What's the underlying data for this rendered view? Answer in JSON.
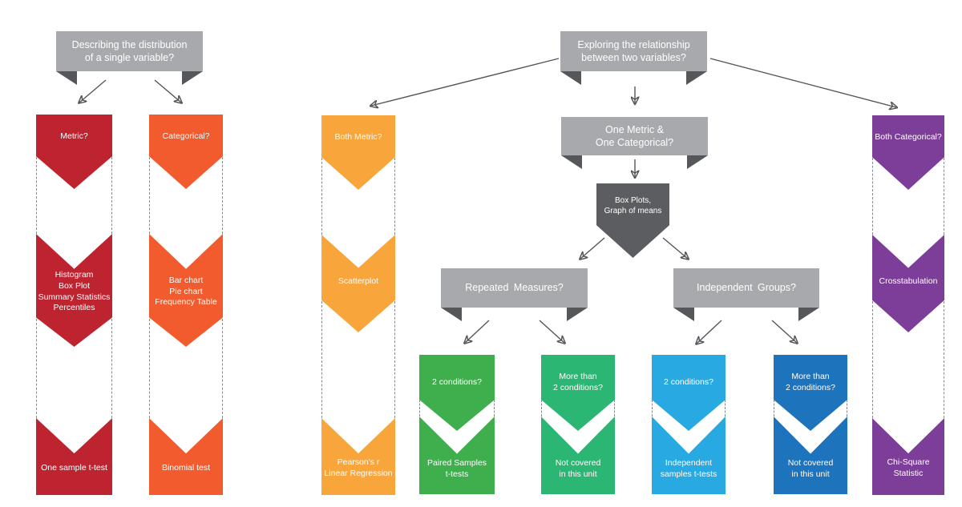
{
  "palette": {
    "gray_box": "#A7A9AC",
    "fold": "#55575B",
    "dark_node": "#5B5D60",
    "arrow": "#55565A",
    "dash": "#87898C",
    "red": "#BE2330",
    "orange": "#F15B2E",
    "yellow": "#F8A53C",
    "green": "#3FAE4C",
    "emerald": "#2CB673",
    "light_blue": "#29A9E1",
    "dark_blue": "#1D74BC",
    "purple": "#7C3E98"
  },
  "single_variable": {
    "root_lines": [
      "Describing the distribution",
      "of a single variable?"
    ],
    "metric": {
      "question": "Metric?",
      "methods": [
        "Histogram",
        "Box Plot",
        "Summary Statistics",
        "Percentiles"
      ],
      "test": "One sample t-test"
    },
    "categorical": {
      "question": "Categorical?",
      "methods": [
        "Bar chart",
        "Pie chart",
        "Frequency Table"
      ],
      "test": "Binomial test"
    }
  },
  "two_variables": {
    "root_lines": [
      "Exploring the relationship",
      "between two variables?"
    ],
    "both_metric": {
      "question": "Both Metric?",
      "method": "Scatterplot",
      "test_lines": [
        "Pearson's r",
        "Linear Regression"
      ]
    },
    "metric_categorical": {
      "question_lines": [
        "One Metric &",
        "One Categorical?"
      ],
      "method_lines": [
        "Box Plots,",
        "Graph of means"
      ],
      "repeated": {
        "question": "Repeated Measures?",
        "two_conditions": {
          "question_lines": [
            "2 conditions?",
            ""
          ],
          "test_lines": [
            "Paired Samples",
            "t-tests"
          ]
        },
        "more_conditions": {
          "question_lines": [
            "More than",
            "2 conditions?"
          ],
          "test_lines": [
            "Not covered",
            "in this unit"
          ]
        }
      },
      "independent": {
        "question": "Independent Groups?",
        "two_conditions": {
          "question_lines": [
            "2 conditions?",
            ""
          ],
          "test_lines": [
            "Independent",
            "samples t-tests"
          ]
        },
        "more_conditions": {
          "question_lines": [
            "More than",
            "2 conditions?"
          ],
          "test_lines": [
            "Not covered",
            "in this unit"
          ]
        }
      }
    },
    "both_categorical": {
      "question": "Both Categorical?",
      "method": "Crosstabulation",
      "test_lines": [
        "Chi-Square",
        "Statistic"
      ]
    }
  }
}
